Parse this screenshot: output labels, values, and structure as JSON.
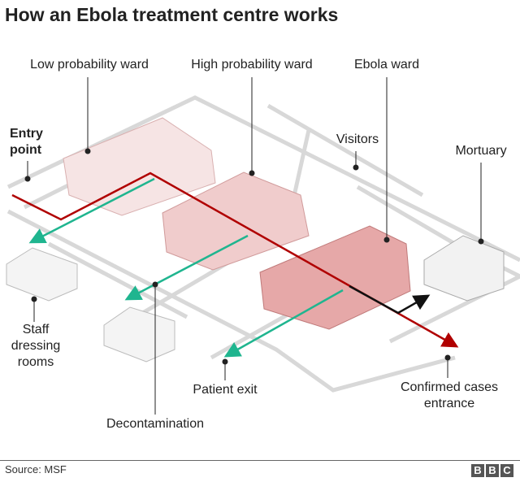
{
  "title": "How an Ebola treatment centre works",
  "labels": {
    "low_ward": "Low probability ward",
    "high_ward": "High probability ward",
    "ebola_ward": "Ebola ward",
    "entry_line1": "Entry",
    "entry_line2": "point",
    "visitors": "Visitors",
    "mortuary": "Mortuary",
    "staff_line1": "Staff",
    "staff_line2": "dressing",
    "staff_line3": "rooms",
    "patient_exit": "Patient exit",
    "decontamination": "Decontamination",
    "confirmed_line1": "Confirmed cases",
    "confirmed_line2": "entrance"
  },
  "source": "Source: MSF",
  "logo": [
    "B",
    "B",
    "C"
  ],
  "colors": {
    "patient_path": "#b00000",
    "exit_path": "#1fb58f",
    "confirmed_path": "#111111",
    "ward_low": "#f6e4e4",
    "ward_high": "#f0cccc",
    "ward_ebola": "#e6a8a8",
    "fence": "#d8d8d8"
  }
}
